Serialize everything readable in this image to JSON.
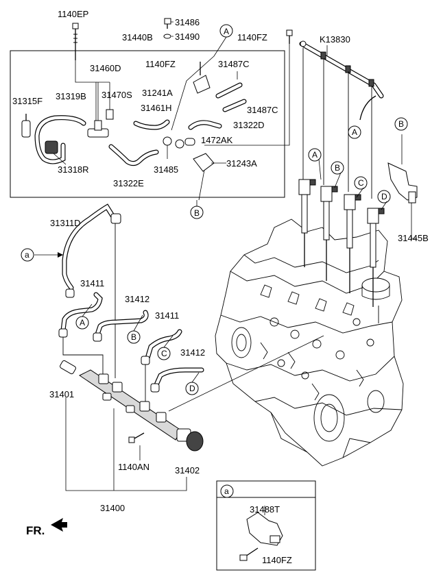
{
  "parts": {
    "p1140EP": "1140EP",
    "p31486": "31486",
    "p31490": "31490",
    "p31440B": "31440B",
    "ref_A_top": "A",
    "p1140FZ_top": "1140FZ",
    "pK13830": "K13830",
    "p31460D": "31460D",
    "p1140FZ_mid": "1140FZ",
    "p31487C_a": "31487C",
    "p31470S": "31470S",
    "p31241A": "31241A",
    "p31315F": "31315F",
    "p31319B": "31319B",
    "p31461H": "31461H",
    "p31487C_b": "31487C",
    "p31322D": "31322D",
    "p1472AK": "1472AK",
    "p31318R": "31318R",
    "p31485": "31485",
    "p31243A": "31243A",
    "p31322E": "31322E",
    "ref_B_box": "B",
    "p31311D": "31311D",
    "ref_a_left": "a",
    "p31411_a": "31411",
    "p31412_a": "31412",
    "p31411_b": "31411",
    "p31412_b": "31412",
    "p31401": "31401",
    "p1140AN": "1140AN",
    "p31402": "31402",
    "p31400": "31400",
    "p31445B": "31445B",
    "inset_ref": "a",
    "p31488T": "31488T",
    "p1140FZ_inset": "1140FZ",
    "fr_label": "FR."
  },
  "callouts": {
    "A_pipe": "A",
    "B_pipe": "B",
    "C_pipe": "C",
    "D_pipe": "D",
    "A_inj": "A",
    "B_inj": "B",
    "C_inj": "C",
    "D_inj": "D",
    "A_rail": "A",
    "B_bracket": "B"
  }
}
